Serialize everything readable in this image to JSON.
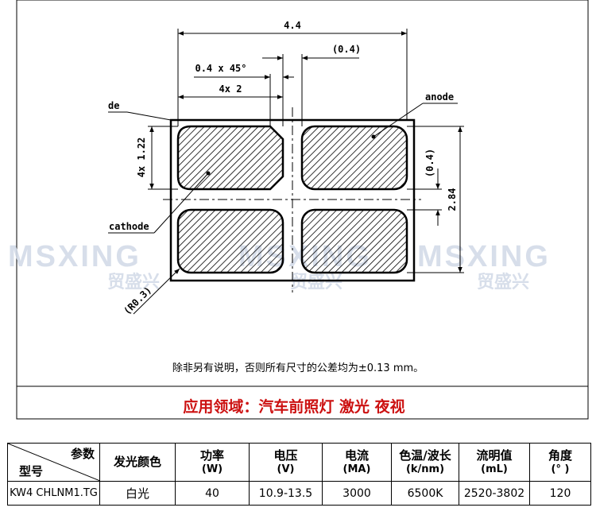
{
  "drawing": {
    "dim_total_width": "4.4",
    "dim_gap_top": "(0.4)",
    "dim_chamfer": "0.4 x 45°",
    "dim_pad_width": "4x 2",
    "dim_pad_height": "4x 1.22",
    "dim_gap_right": "(0.4)",
    "dim_total_height": "2.84",
    "dim_radius": "(R0.3)",
    "label_de": "de",
    "label_anode": "anode",
    "label_cathode": "cathode",
    "watermark_latin": "MSXING",
    "watermark_cjk": "贸盛兴",
    "tolerance_note": "除非另有说明，否则所有尺寸的公差均为±0.13 mm。",
    "application": "应用领域：汽车前照灯 激光 夜视"
  },
  "colors": {
    "application_text": "#cc1111",
    "watermark": "#c5cfe0",
    "line": "#000000"
  },
  "table": {
    "corner_top": "参数",
    "corner_bottom": "型号",
    "headers": [
      {
        "main": "发光颜色",
        "unit": ""
      },
      {
        "main": "功率",
        "unit": "(W)"
      },
      {
        "main": "电压",
        "unit": "(V)"
      },
      {
        "main": "电流",
        "unit": "(MA)"
      },
      {
        "main": "色温/波长",
        "unit": "(k/nm)"
      },
      {
        "main": "流明值",
        "unit": "(mL)"
      },
      {
        "main": "角度",
        "unit": "(° )"
      }
    ],
    "row": {
      "model": "KW4 CHLNM1.TG",
      "color": "白光",
      "power": "40",
      "voltage": "10.9-13.5",
      "current": "3000",
      "cct": "6500K",
      "lumen": "2520-3802",
      "angle": "120"
    }
  }
}
